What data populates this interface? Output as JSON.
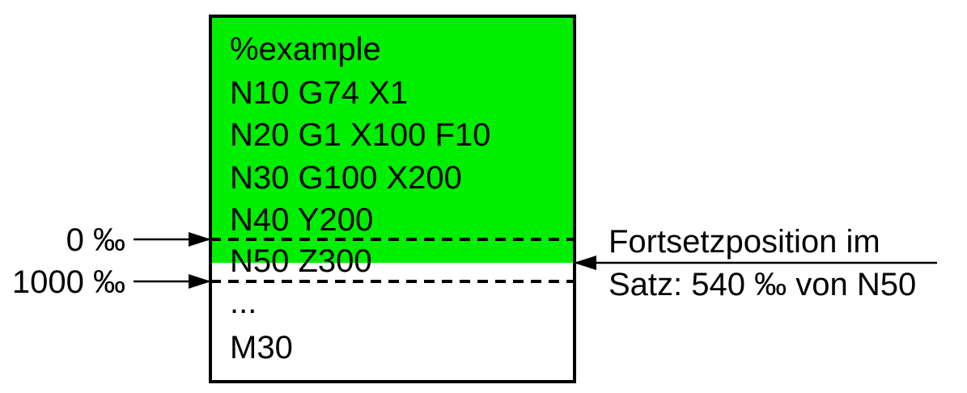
{
  "program": {
    "lines": [
      "%example",
      "N10 G74 X1",
      "N20 G1 X100 F10",
      "N30 G100 X200",
      "N40 Y200",
      "N50 Z300",
      "...",
      "M30"
    ]
  },
  "markers": {
    "start_label": "0 ‰",
    "end_label": "1000 ‰"
  },
  "resume_note": {
    "line1": "Fortsetzposition im",
    "line2": "Satz: 540 ‰ von N50"
  },
  "colors": {
    "highlight": "#00ee00",
    "stroke": "#000000",
    "text": "#000000",
    "background": "#ffffff"
  }
}
